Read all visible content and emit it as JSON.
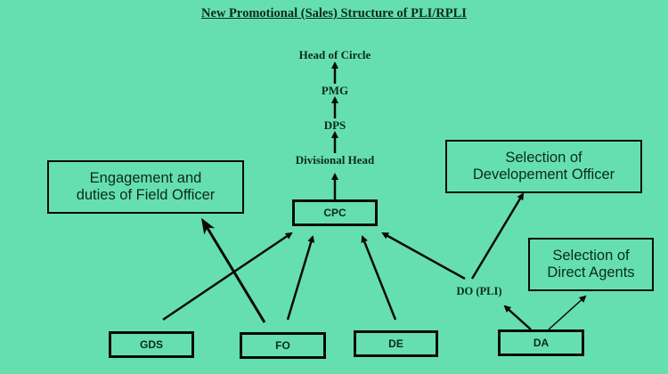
{
  "title": "New Promotional (Sales) Structure of PLI/RPLI",
  "hierarchy": {
    "head_of_circle": "Head of Circle",
    "pmg": "PMG",
    "dps": "DPS",
    "divisional_head": "Divisional Head",
    "cpc": "CPC"
  },
  "sources": {
    "gds": "GDS",
    "fo": "FO",
    "de": "DE",
    "da": "DA",
    "do": "DO (PLI)"
  },
  "notes": {
    "field_officer_line1": "Engagement and",
    "field_officer_line2": "duties of Field Officer",
    "dev_officer_line1": "Selection of",
    "dev_officer_line2": "Developement Officer",
    "direct_agents_line1": "Selection of",
    "direct_agents_line2": "Direct Agents"
  },
  "colors": {
    "background": "#66dfb0",
    "ink": "#0a0a0a"
  }
}
